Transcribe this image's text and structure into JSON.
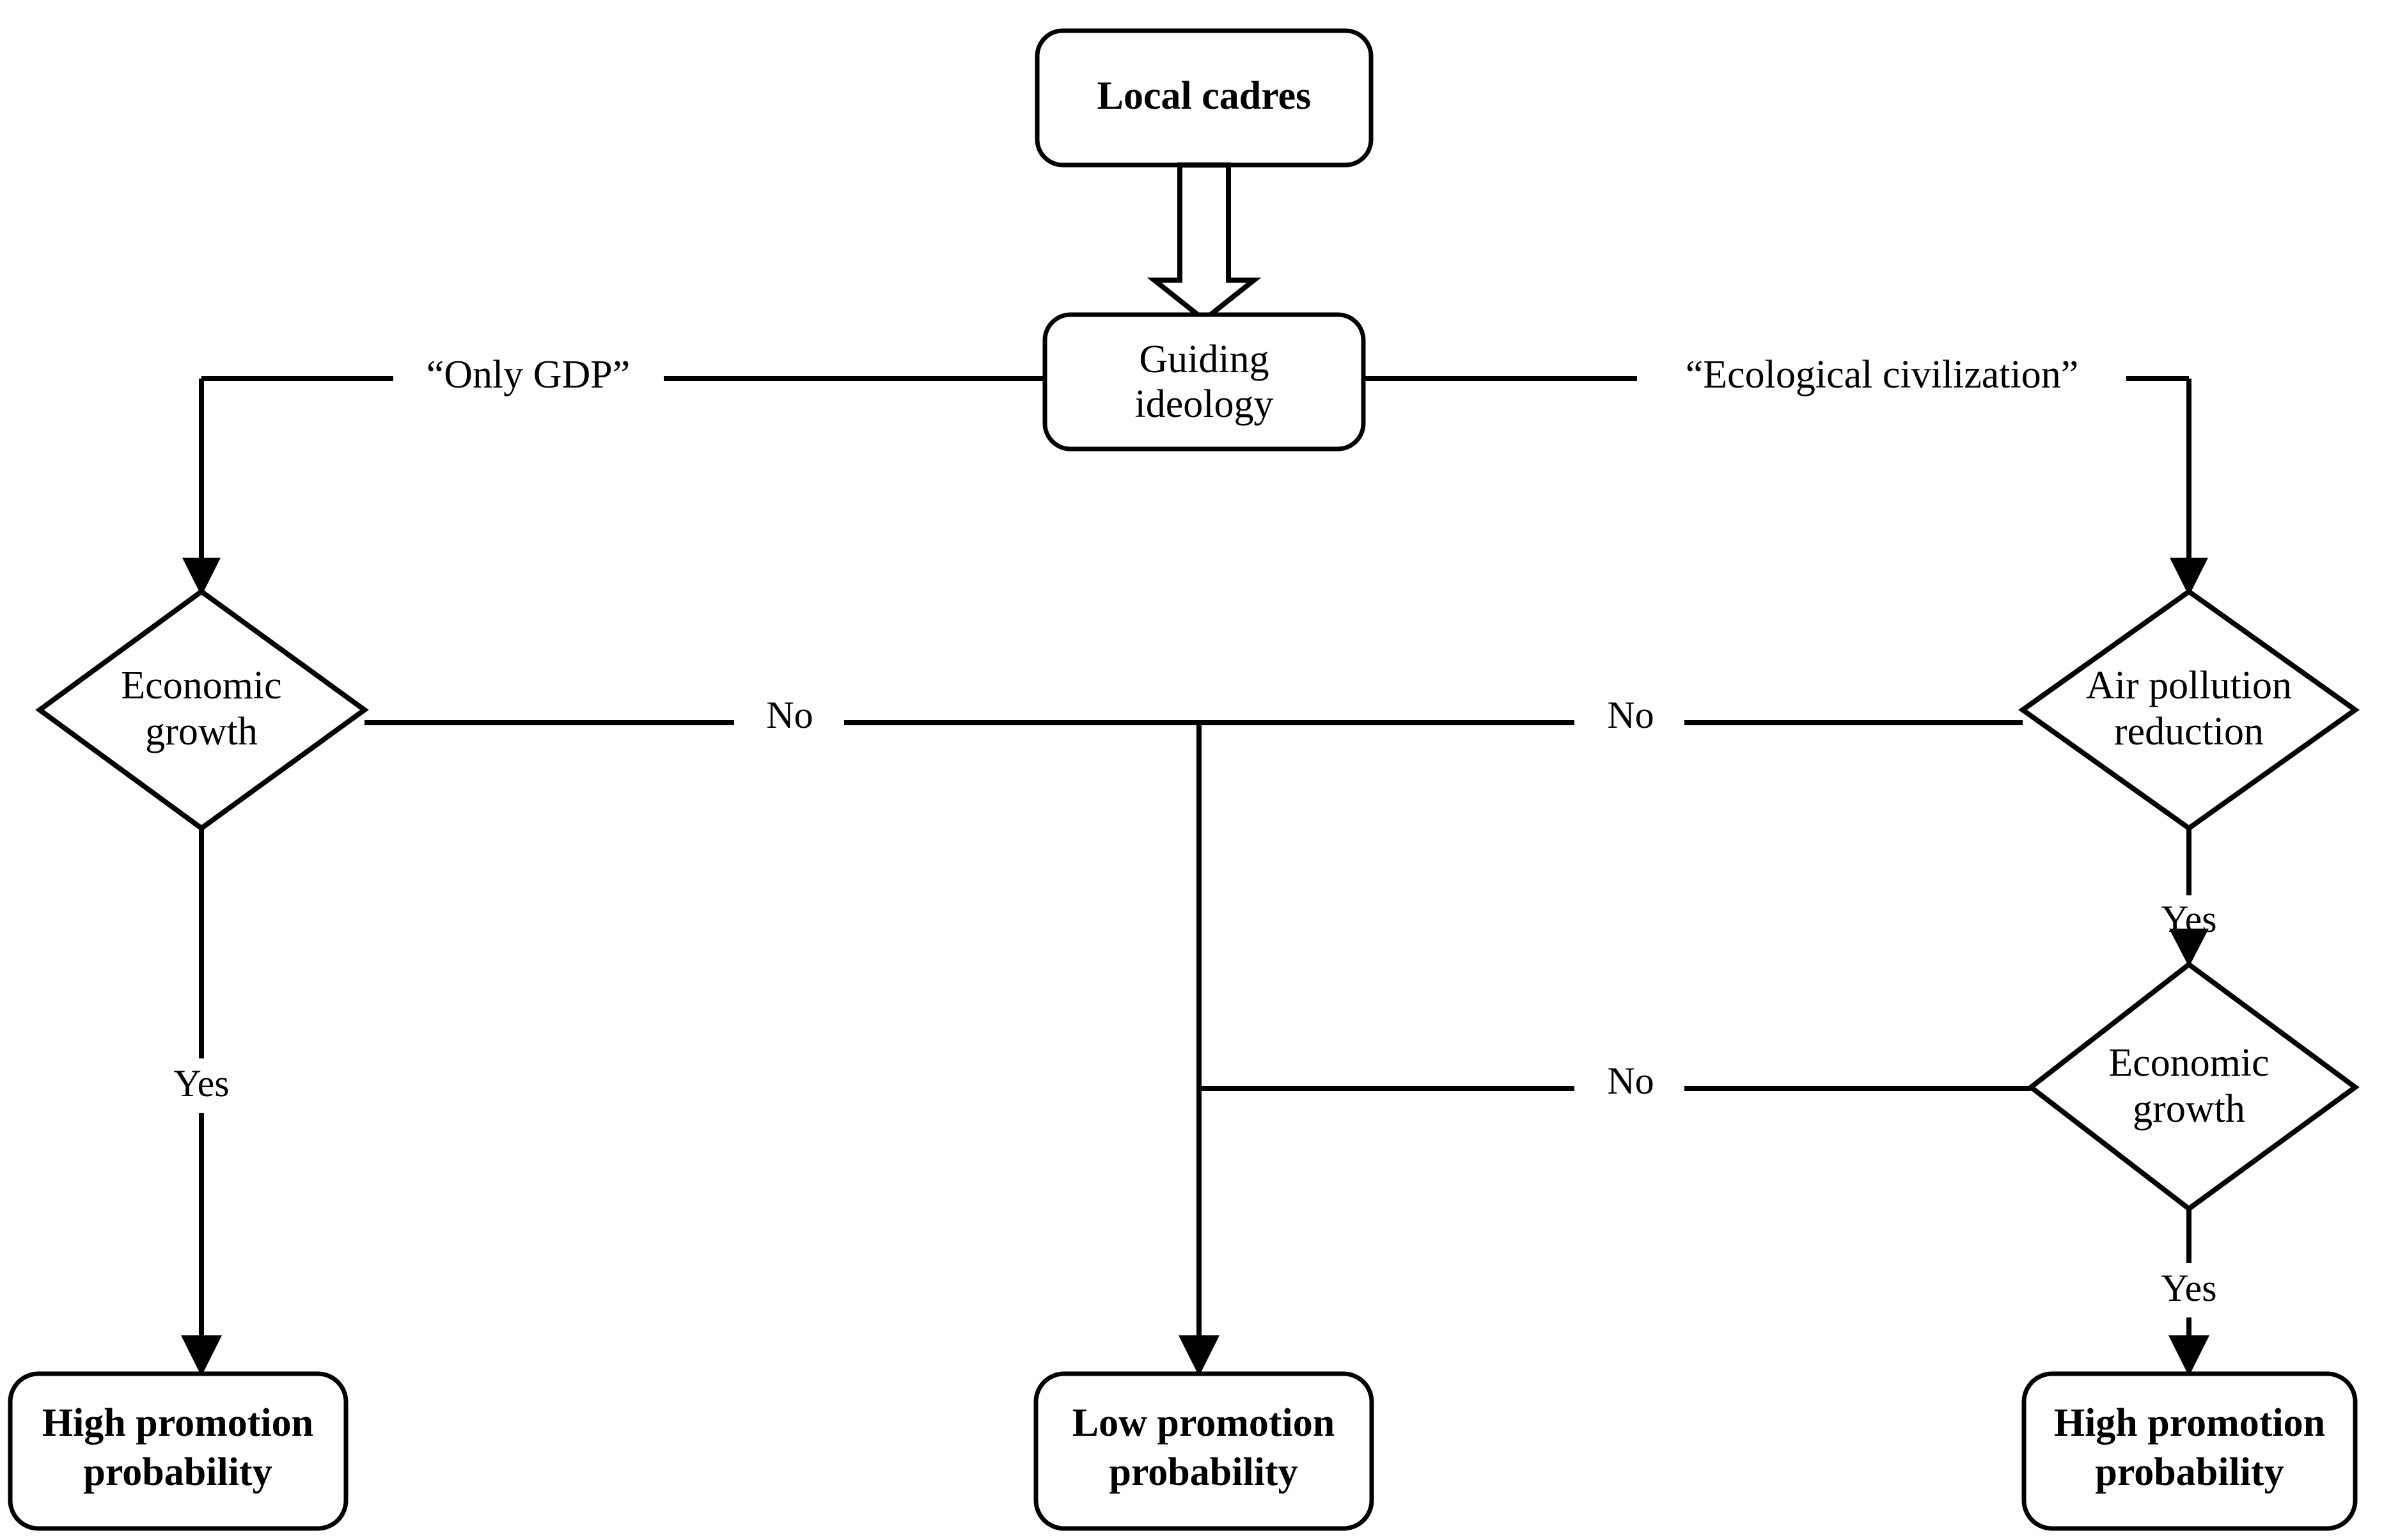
{
  "diagram": {
    "title_visible": false,
    "background_color": "#ffffff",
    "line_color": "#000000",
    "nodes": [
      {
        "id": "local-cadres",
        "type": "rounded-rectangle",
        "label": "Local cadres",
        "bold": true
      },
      {
        "id": "guiding-ideology",
        "type": "rounded-rectangle",
        "label_line1": "Guiding",
        "label_line2": "ideology",
        "bold": false
      },
      {
        "id": "economic-growth-left",
        "type": "diamond",
        "label_line1": "Economic",
        "label_line2": "growth",
        "bold": false
      },
      {
        "id": "air-pollution-reduction",
        "type": "diamond",
        "label_line1": "Air pollution",
        "label_line2": "reduction",
        "bold": false
      },
      {
        "id": "economic-growth-right",
        "type": "diamond",
        "label_line1": "Economic",
        "label_line2": "growth",
        "bold": false
      },
      {
        "id": "high-promotion-left",
        "type": "rounded-rectangle",
        "label_line1": "High promotion",
        "label_line2": "probability",
        "bold": true
      },
      {
        "id": "low-promotion-center",
        "type": "rounded-rectangle",
        "label_line1": "Low promotion",
        "label_line2": "probability",
        "bold": true
      },
      {
        "id": "high-promotion-right",
        "type": "rounded-rectangle",
        "label_line1": "High promotion",
        "label_line2": "probability",
        "bold": true
      }
    ],
    "edge_labels": {
      "only_gdp": "“Only GDP”",
      "ecological_civilization": "“Ecological civilization”",
      "no_left": "No",
      "no_right": "No",
      "no_lower": "No",
      "yes_left": "Yes",
      "yes_right_upper": "Yes",
      "yes_right_lower": "Yes"
    }
  }
}
